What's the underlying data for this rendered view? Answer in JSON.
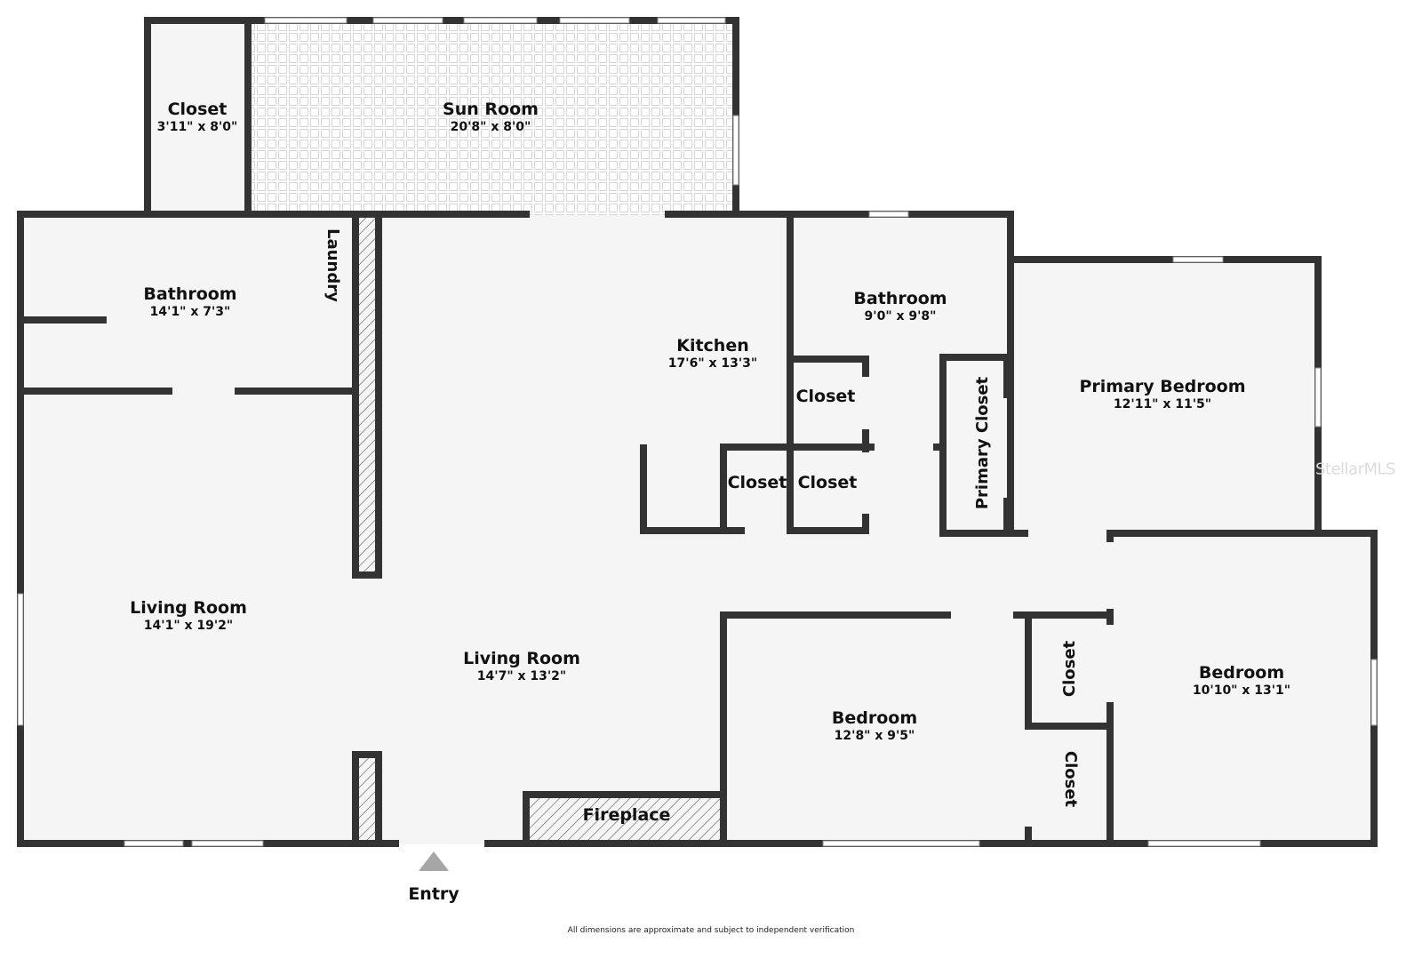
{
  "colors": {
    "wall": "#333333",
    "floor": "#f5f5f5",
    "background": "#ffffff",
    "tile_line": "#d6d6d6",
    "hatch": "#555555",
    "entry_arrow": "#a6a6a6",
    "watermark": "#dcdcdc"
  },
  "rooms": {
    "closet_top": {
      "name": "Closet",
      "dim": "3'11\" x 8'0\""
    },
    "sun_room": {
      "name": "Sun Room",
      "dim": "20'8\" x 8'0\""
    },
    "bathroom_left": {
      "name": "Bathroom",
      "dim": "14'1\" x 7'3\""
    },
    "laundry": {
      "name": "Laundry"
    },
    "kitchen": {
      "name": "Kitchen",
      "dim": "17'6\" x 13'3\""
    },
    "bathroom_center": {
      "name": "Bathroom",
      "dim": "9'0\" x 9'8\""
    },
    "closet_bath": {
      "name": "Closet"
    },
    "closet_kitchen_left": {
      "name": "Closet"
    },
    "closet_kitchen_right": {
      "name": "Closet"
    },
    "primary_closet": {
      "name": "Primary Closet"
    },
    "primary_bedroom": {
      "name": "Primary Bedroom",
      "dim": "12'11\" x 11'5\""
    },
    "living_room_left": {
      "name": "Living Room",
      "dim": "14'1\" x 19'2\""
    },
    "living_room_center": {
      "name": "Living Room",
      "dim": "14'7\" x 13'2\""
    },
    "bedroom_center": {
      "name": "Bedroom",
      "dim": "12'8\" x 9'5\""
    },
    "closet_bedroom_upper": {
      "name": "Closet"
    },
    "closet_bedroom_lower": {
      "name": "Closet"
    },
    "bedroom_right": {
      "name": "Bedroom",
      "dim": "10'10\" x 13'1\""
    },
    "fireplace": {
      "name": "Fireplace"
    }
  },
  "entry": {
    "label": "Entry",
    "icon": "triangle-up-arrow"
  },
  "footer": {
    "disclaimer": "All dimensions are approximate and subject to independent verification"
  },
  "watermark": {
    "text": "StellarMLS"
  }
}
